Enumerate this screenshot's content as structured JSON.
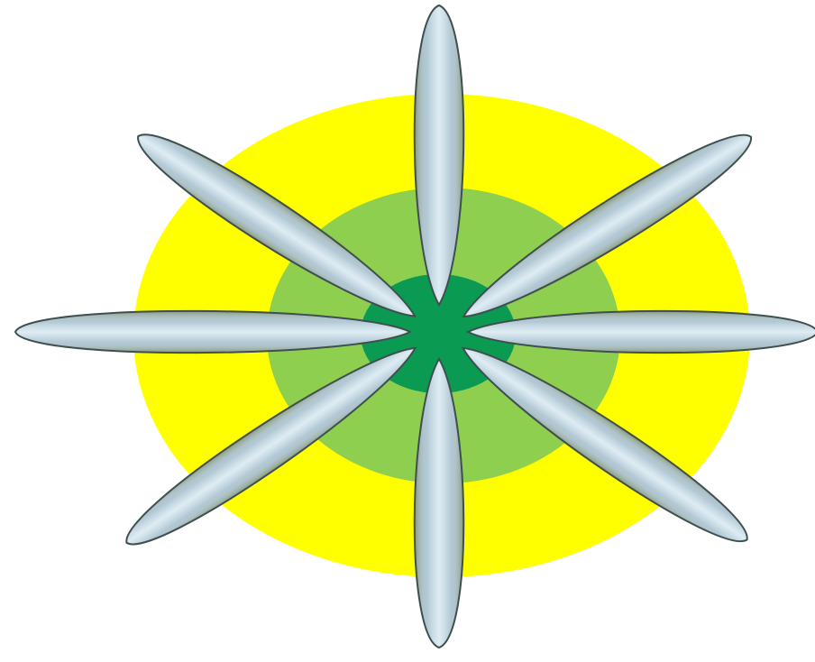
{
  "illustration": {
    "subject": "flower-burst",
    "colors": {
      "outer_disc": "#ffff00",
      "middle_disc": "#8fcf4f",
      "inner_disc": "#0a9a52",
      "petal_tip": "#b4d2e2",
      "petal_overlap_light": "#ffff30",
      "petal_outline": "#3f4f4f"
    },
    "petal_count": 8,
    "discs": [
      {
        "name": "outer-disc"
      },
      {
        "name": "middle-disc"
      },
      {
        "name": "inner-disc"
      }
    ]
  }
}
